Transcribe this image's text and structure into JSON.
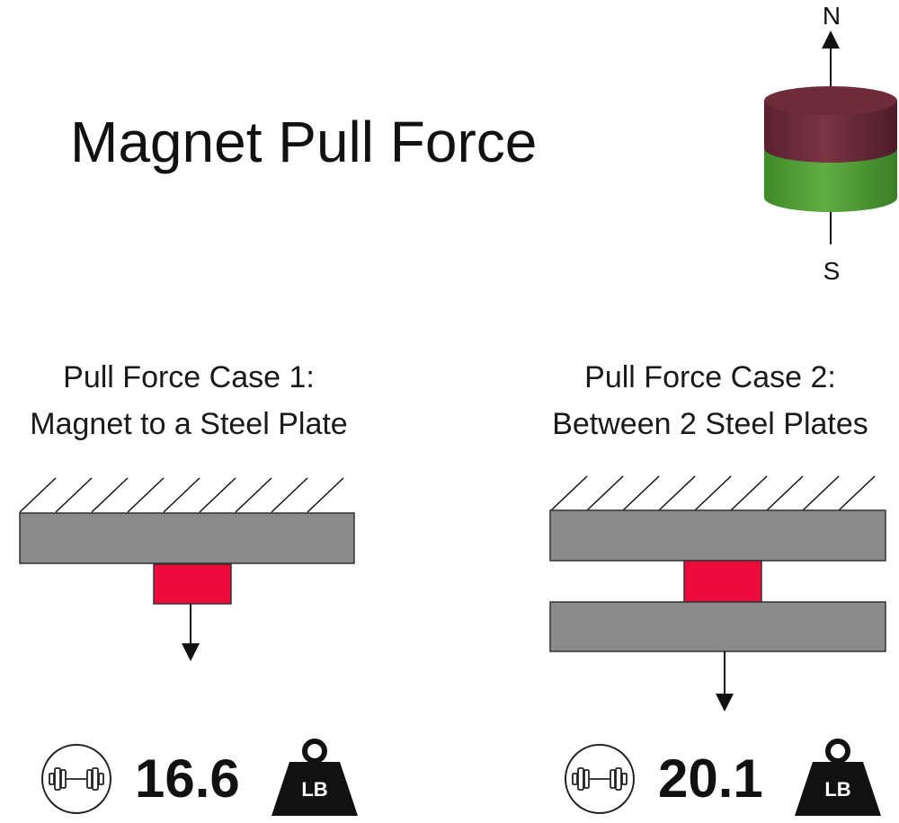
{
  "title": "Magnet Pull Force",
  "magnet": {
    "north_label": "N",
    "south_label": "S",
    "north_color": "#6b2a38",
    "south_color": "#4f9a34"
  },
  "cases": [
    {
      "title_line1": "Pull Force Case 1:",
      "title_line2": "Magnet to a Steel Plate",
      "value": "16.6",
      "unit": "LB",
      "icon": "dumbbell-icon"
    },
    {
      "title_line1": "Pull Force Case 2:",
      "title_line2": "Between 2 Steel Plates",
      "value": "20.1",
      "unit": "LB",
      "icon": "dumbbell-icon"
    }
  ],
  "colors": {
    "steel_plate": "#8a8a8a",
    "magnet_block": "#ee0a3a"
  }
}
